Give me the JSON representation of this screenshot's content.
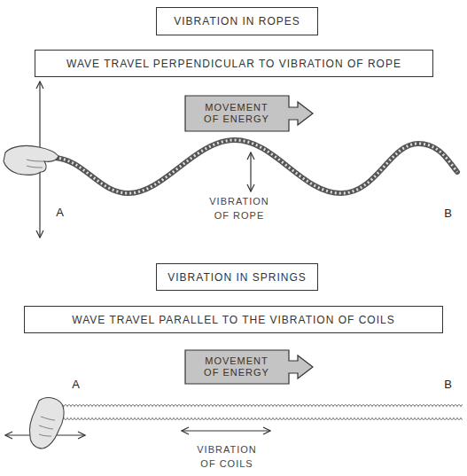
{
  "diagram": {
    "nodes": [
      {
        "text": [
          "VIBRATION IN ROPES"
        ]
      },
      {
        "text": [
          "WAVE TRAVEL PERPENDICULAR TO VIBRATION OF ROPE"
        ]
      },
      {
        "text": [
          "MOVEMENT OF ENERGY"
        ]
      },
      {
        "text": [
          "VIBRATION IN SPRINGS"
        ]
      },
      {
        "text": [
          "WAVE TRAVEL PARALLEL TO THE VIBRATION OF COILS"
        ]
      },
      {
        "text": [
          "MOVEMENT OF ENERGY"
        ]
      }
    ],
    "labels": [
      "A",
      "B",
      "VIBRATION OF ROPE",
      "A",
      "B",
      "VIBRATION OF COILS"
    ]
  }
}
